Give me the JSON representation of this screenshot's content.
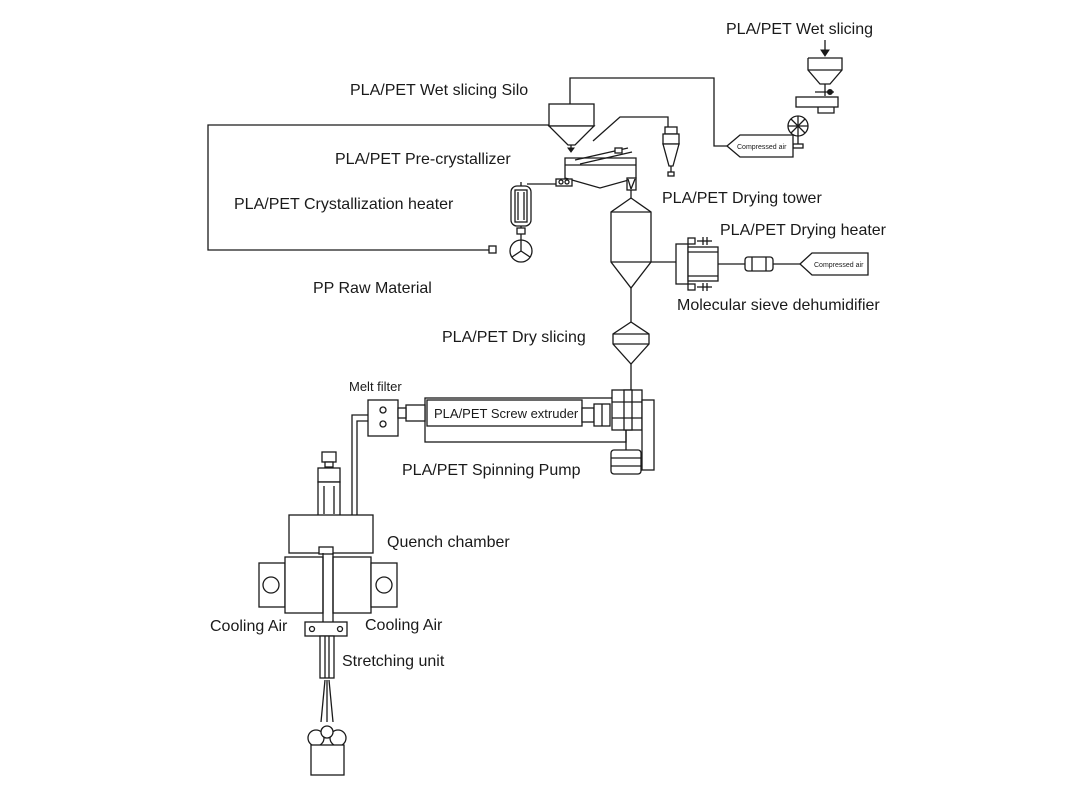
{
  "labels": {
    "wet_slicing": "PLA/PET Wet slicing",
    "wet_slicing_silo": "PLA/PET Wet slicing Silo",
    "pre_crystallizer": "PLA/PET Pre-crystallizer",
    "crystallization_heater": "PLA/PET Crystallization heater",
    "drying_tower": "PLA/PET Drying tower",
    "drying_heater": "PLA/PET Drying heater",
    "pp_raw_material": "PP Raw Material",
    "molecular_sieve": "Molecular sieve dehumidifier",
    "dry_slicing": "PLA/PET Dry slicing",
    "melt_filter": "Melt filter",
    "screw_extruder": "PLA/PET Screw extruder",
    "spinning_pump": "PLA/PET Spinning Pump",
    "quench_chamber": "Quench chamber",
    "cooling_air_left": "Cooling Air",
    "cooling_air_right": "Cooling Air",
    "stretching_unit": "Stretching unit",
    "compressed_air_1": "Compressed air",
    "compressed_air_2": "Compressed air"
  },
  "colors": {
    "line": "#1a1a1a",
    "background": "#ffffff"
  }
}
